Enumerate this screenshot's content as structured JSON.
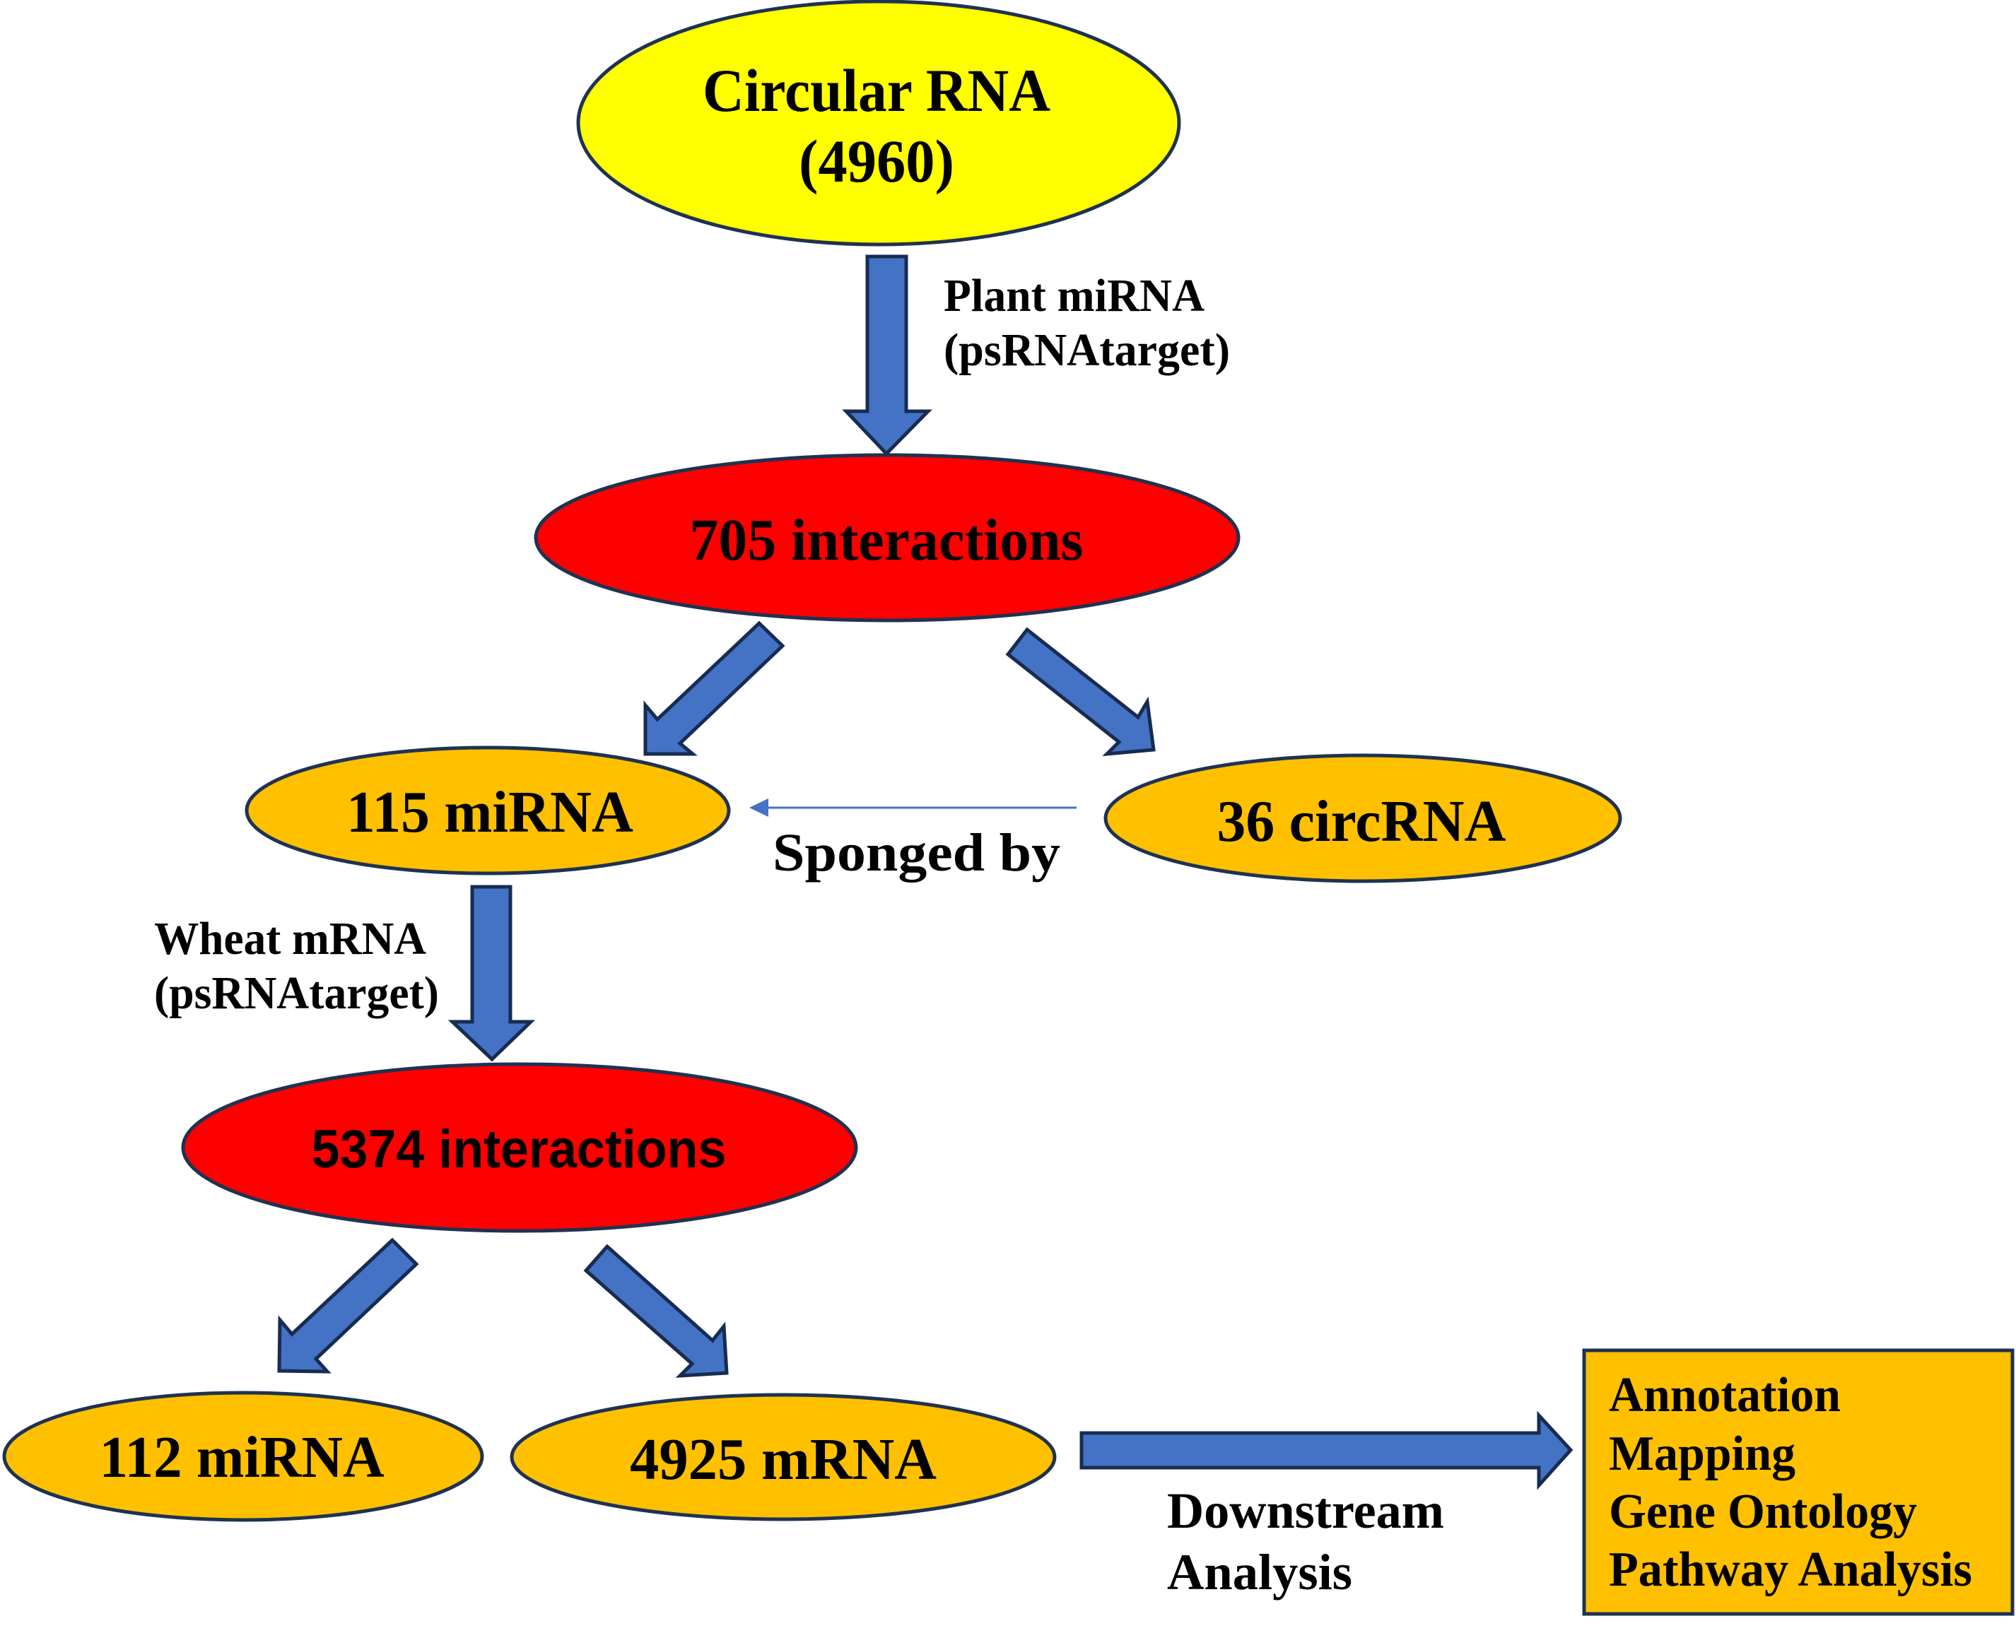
{
  "colors": {
    "root_fill": "#FFFF00",
    "interaction_fill": "#FF0000",
    "result_fill": "#FFC000",
    "arrow_fill": "#4472C4",
    "outline": "#1F3251"
  },
  "nodes": {
    "circular_rna": {
      "line1": "Circular RNA",
      "line2": "(4960)"
    },
    "interactions_705": {
      "label": "705 interactions"
    },
    "mirna_115": {
      "label": "115 miRNA"
    },
    "circrna_36": {
      "label": "36 circRNA"
    },
    "interactions_5374": {
      "label": "5374 interactions"
    },
    "mirna_112": {
      "label": "112 miRNA"
    },
    "mrna_4925": {
      "label": "4925 mRNA"
    }
  },
  "edge_labels": {
    "plant_mirna": {
      "line1": "Plant miRNA",
      "line2": "(psRNAtarget)"
    },
    "wheat_mrna": {
      "line1": "Wheat mRNA",
      "line2": "(psRNAtarget)"
    },
    "sponged_by": "Sponged by",
    "downstream": {
      "line1": "Downstream",
      "line2": "Analysis"
    }
  },
  "analysis_box": {
    "items": [
      "Annotation",
      "Mapping",
      "Gene Ontology",
      "Pathway Analysis"
    ]
  }
}
